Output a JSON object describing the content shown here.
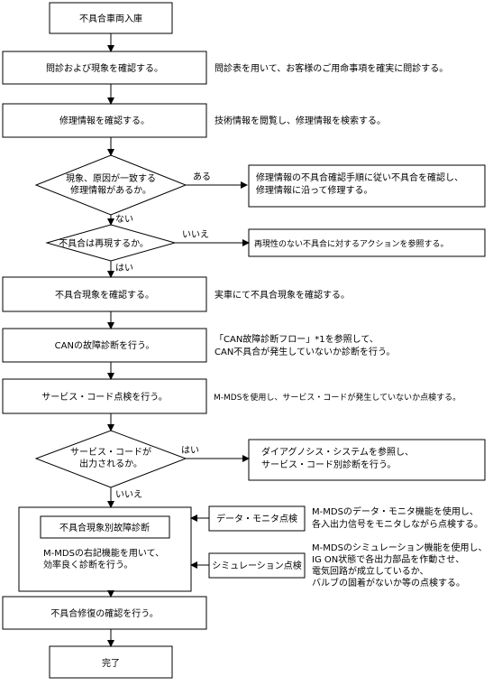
{
  "flow": {
    "start": "不具合車両入庫",
    "step_confirm": "問診および現象を確認する。",
    "note_confirm": "問診表を用いて、お客様のご用命事項を確実に問診する。",
    "step_repairinfo": "修理情報を確認する。",
    "note_repairinfo": "技術情報を閲覧し、修理情報を検索する。",
    "dec1_line1": "現象、原因が一致する",
    "dec1_line2": "修理情報があるか。",
    "dec1_yes": "ある",
    "dec1_no": "ない",
    "dec1_result_line1": "修理情報の不具合確認手順に従い不具合を確認し、",
    "dec1_result_line2": "修理情報に沿って修理する。",
    "dec2": "不具合は再現するか。",
    "dec2_no": "いいえ",
    "dec2_yes": "はい",
    "dec2_result": "再現性のない不具合に対するアクションを参照する。",
    "step_phenomenon": "不具合現象を確認する。",
    "note_phenomenon": "実車にて不具合現象を確認する。",
    "step_can": "CANの故障診断を行う。",
    "note_can_line1": "「CAN故障診断フロー」*1を参照して、",
    "note_can_line2": "CAN不具合が発生していないか診断を行う。",
    "step_service": "サービス・コード点検を行う。",
    "note_service": "M-MDSを使用し、サービス・コードが発生していないか点検する。",
    "dec3_line1": "サービス・コードが",
    "dec3_line2": "出力されるか。",
    "dec3_yes": "はい",
    "dec3_no": "いいえ",
    "dec3_result_line1": "ダイアグノシス・システムを参照し、",
    "dec3_result_line2": "サービス・コード別診断を行う。",
    "group_inner": "不具合現象別故障診断",
    "group_line1": "M-MDSの右記機能を用いて、",
    "group_line2": "効率良く診断を行う。",
    "side_data_monitor": "データ・モニタ点検",
    "note_data_line1": "M-MDSのデータ・モニタ機能を使用し、",
    "note_data_line2": "各入出力信号をモニタしながら点検する。",
    "side_simulation": "シミュレーション点検",
    "note_sim_line1": "M-MDSのシミュレーション機能を使用し、",
    "note_sim_line2": "IG ON状態で各出力部品を作動させ、",
    "note_sim_line3": "電気回路が成立しているか、",
    "note_sim_line4": "バルブの固着がないか等の点検する。",
    "step_recovery": "不具合修復の確認を行う。",
    "end": "完了"
  }
}
